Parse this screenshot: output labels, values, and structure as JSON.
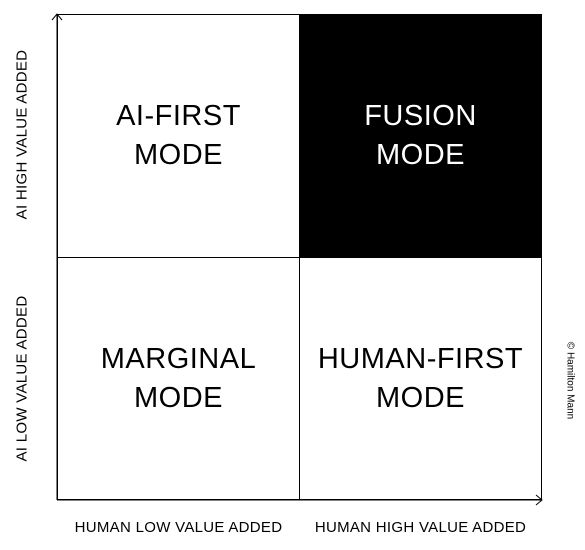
{
  "quadrants": {
    "top_left": {
      "line1": "AI-FIRST",
      "line2": "MODE"
    },
    "top_right": {
      "line1": "FUSION",
      "line2": "MODE"
    },
    "bottom_left": {
      "line1": "MARGINAL",
      "line2": "MODE"
    },
    "bottom_right": {
      "line1": "HUMAN-FIRST",
      "line2": "MODE"
    }
  },
  "axes": {
    "x_low": "HUMAN LOW VALUE ADDED",
    "x_high": "HUMAN HIGH VALUE ADDED",
    "y_high": "AI HIGH VALUE ADDED",
    "y_low": "AI LOW VALUE ADDED"
  },
  "copyright": "© Hamilton Mann",
  "colors": {
    "highlight_fill": "#000000",
    "highlight_text": "#ffffff"
  }
}
